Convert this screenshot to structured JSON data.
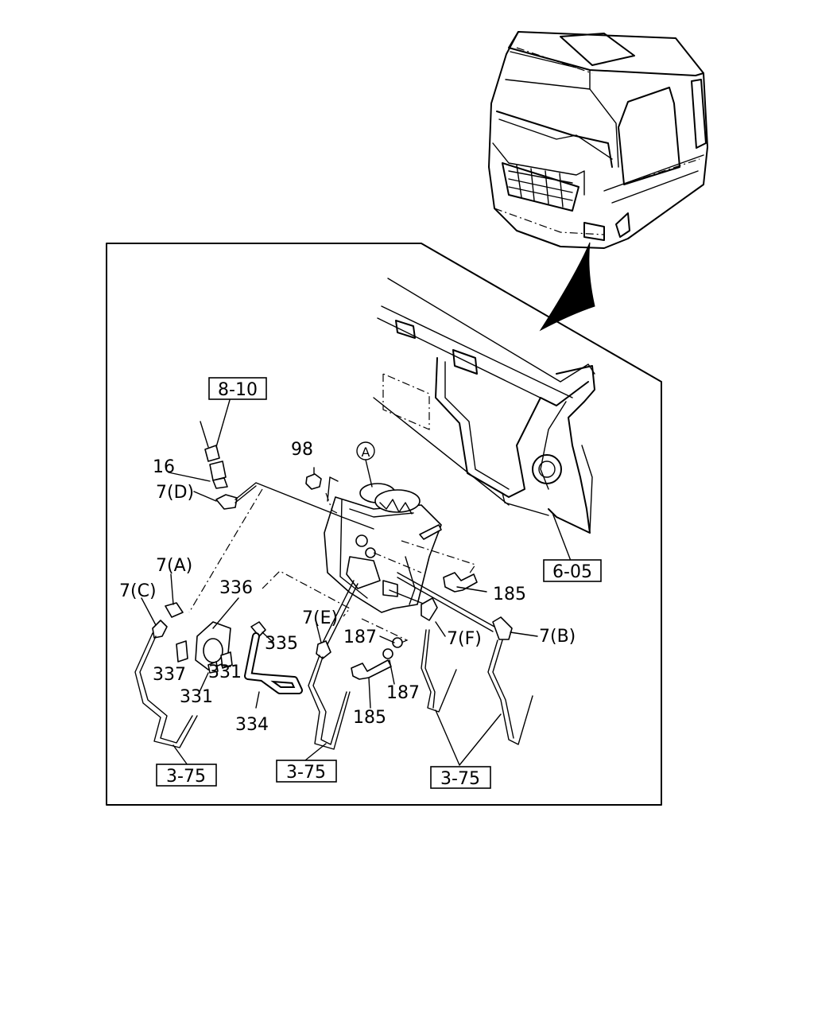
{
  "refs": {
    "r8_10": "8-10",
    "r6_05": "6-05",
    "r3_75_a": "3-75",
    "r3_75_b": "3-75",
    "r3_75_c": "3-75"
  },
  "callouts": {
    "p16": "16",
    "p7d": "7(D)",
    "p98": "98",
    "pA": "A",
    "p7a": "7(A)",
    "p7c": "7(C)",
    "p336": "336",
    "p335": "335",
    "p7e": "7(E)",
    "p187a": "187",
    "p7f": "7(F)",
    "p7b": "7(B)",
    "p185a": "185",
    "p337": "337",
    "p331a": "331",
    "p331b": "331",
    "p334": "334",
    "p187b": "187",
    "p185b": "185"
  }
}
